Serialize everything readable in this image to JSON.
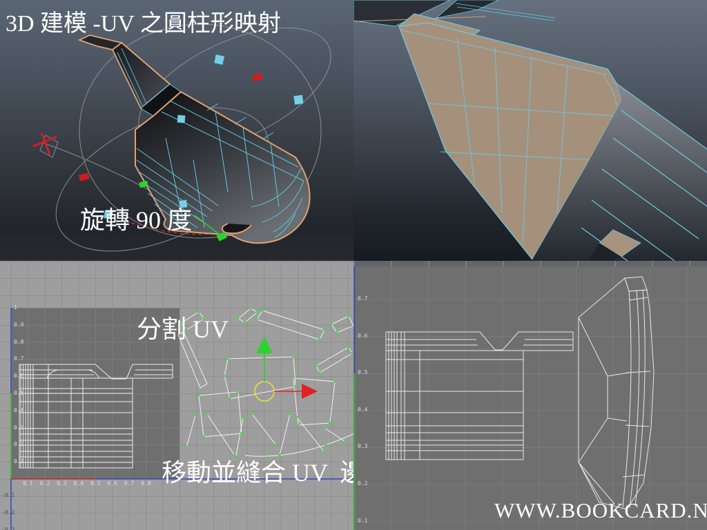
{
  "watermark": "WWW.BOOKCARD.NET",
  "persp_view": {
    "title": "3D 建模 -UV 之圓柱形映射",
    "caption": "旋轉 90 度"
  },
  "uv_edit_left": {
    "caption_top": "分割 UV",
    "caption_bottom": "移動並縫合 UV  邊",
    "v_ticks": [
      "1",
      "0.9",
      "0.8",
      "0.7",
      "0.6",
      "0.5",
      "0.4",
      "0.3",
      "0.2",
      "0.1"
    ],
    "v_ticks_neg": [
      "-0.1",
      "-0.2",
      "-0.3"
    ],
    "u_ticks": [
      "0.1",
      "0.2",
      "0.3",
      "0.4",
      "0.5",
      "0.6",
      "0.7",
      "0.8"
    ]
  },
  "uv_edit_right": {
    "v_ticks": [
      "0.7",
      "0.6",
      "0.5",
      "0.4",
      "0.3",
      "0.2",
      "0.1"
    ]
  },
  "colors": {
    "wire_cyan": "#5fc8e4",
    "edge_orange": "#dfa371",
    "axis_blue": "#3c47c8",
    "axis_green": "#2fbb2f",
    "axis_red": "#c03122",
    "manip_green": "#2ed22e",
    "manip_red": "#e02222",
    "manip_yellow": "#e8e23a",
    "uv_wire": "#efefef",
    "uv_vertex": "#3fe03f",
    "model_tan": "#a5907c"
  }
}
